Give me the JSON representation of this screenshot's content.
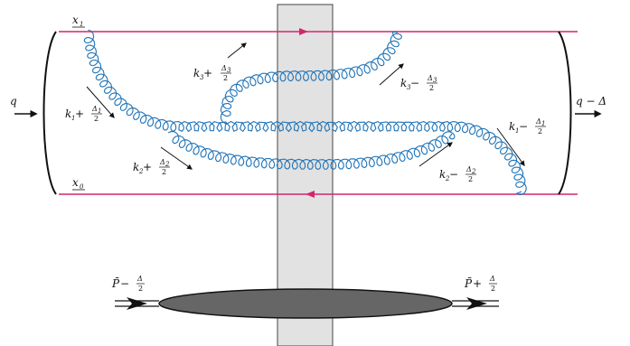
{
  "colors": {
    "quark_line": "#d6246e",
    "gluon": "#1f73b7",
    "shockwave_fill": "#e2e2e2",
    "shockwave_stroke": "#444444",
    "target_fill": "#666666",
    "ink": "#111111"
  },
  "labels": {
    "x1": "x",
    "x1_sub": "1",
    "x0": "x",
    "x0_sub": "0",
    "q_in": "q",
    "q_out": "q − Δ",
    "k1_plus": "k",
    "k1_plus_sub": "1",
    "k1_plus_rest": " + ",
    "k1_plus_num": "Δ",
    "k1_plus_num_sub": "1",
    "k1_plus_den": "2",
    "k2_plus": "k",
    "k2_plus_sub": "2",
    "k2_plus_rest": " + ",
    "k2_plus_num": "Δ",
    "k2_plus_num_sub": "2",
    "k2_plus_den": "2",
    "k3_plus": "k",
    "k3_plus_sub": "3",
    "k3_plus_rest": " + ",
    "k3_plus_num": "Δ",
    "k3_plus_num_sub": "3",
    "k3_plus_den": "2",
    "k3_minus": "k",
    "k3_minus_sub": "3",
    "k3_minus_rest": " − ",
    "k3_minus_num": "Δ",
    "k3_minus_num_sub": "3",
    "k3_minus_den": "2",
    "k1_minus": "k",
    "k1_minus_sub": "1",
    "k1_minus_rest": " − ",
    "k1_minus_num": "Δ",
    "k1_minus_num_sub": "1",
    "k1_minus_den": "2",
    "k2_minus": "k",
    "k2_minus_sub": "2",
    "k2_minus_rest": " − ",
    "k2_minus_num": "Δ",
    "k2_minus_num_sub": "2",
    "k2_minus_den": "2",
    "p_in": "P̄",
    "p_in_rest": " − ",
    "p_in_num": "Δ",
    "p_in_den": "2",
    "p_out": "P̄",
    "p_out_rest": " + ",
    "p_out_num": "Δ",
    "p_out_den": "2"
  }
}
